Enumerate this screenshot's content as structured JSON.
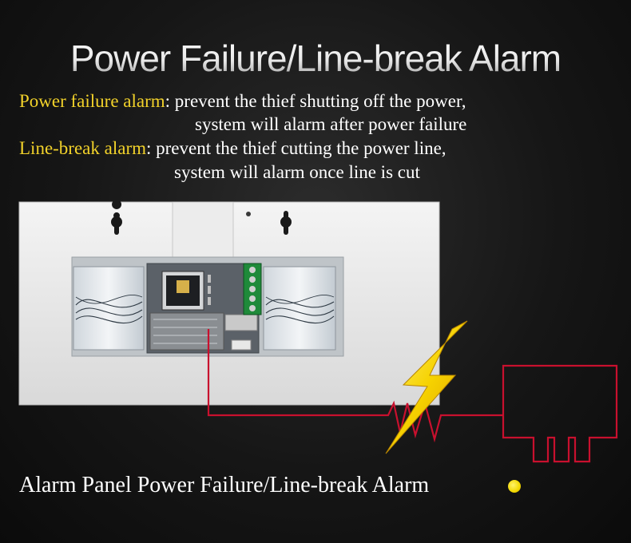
{
  "title": "Power Failure/Line-break Alarm",
  "power_failure": {
    "label": "Power failure alarm",
    "text": ": prevent the thief shutting off the power,",
    "line2": "system will alarm after power failure"
  },
  "line_break": {
    "label": "Line-break alarm",
    "text": ": prevent the thief cutting the power line,",
    "line2": "system will alarm once line is cut"
  },
  "caption": "Alarm Panel Power Failure/Line-break Alarm",
  "colors": {
    "highlight": "#f2d22a",
    "wire": "#c8102e",
    "lightning": "#f5d400",
    "background": "#161616"
  }
}
